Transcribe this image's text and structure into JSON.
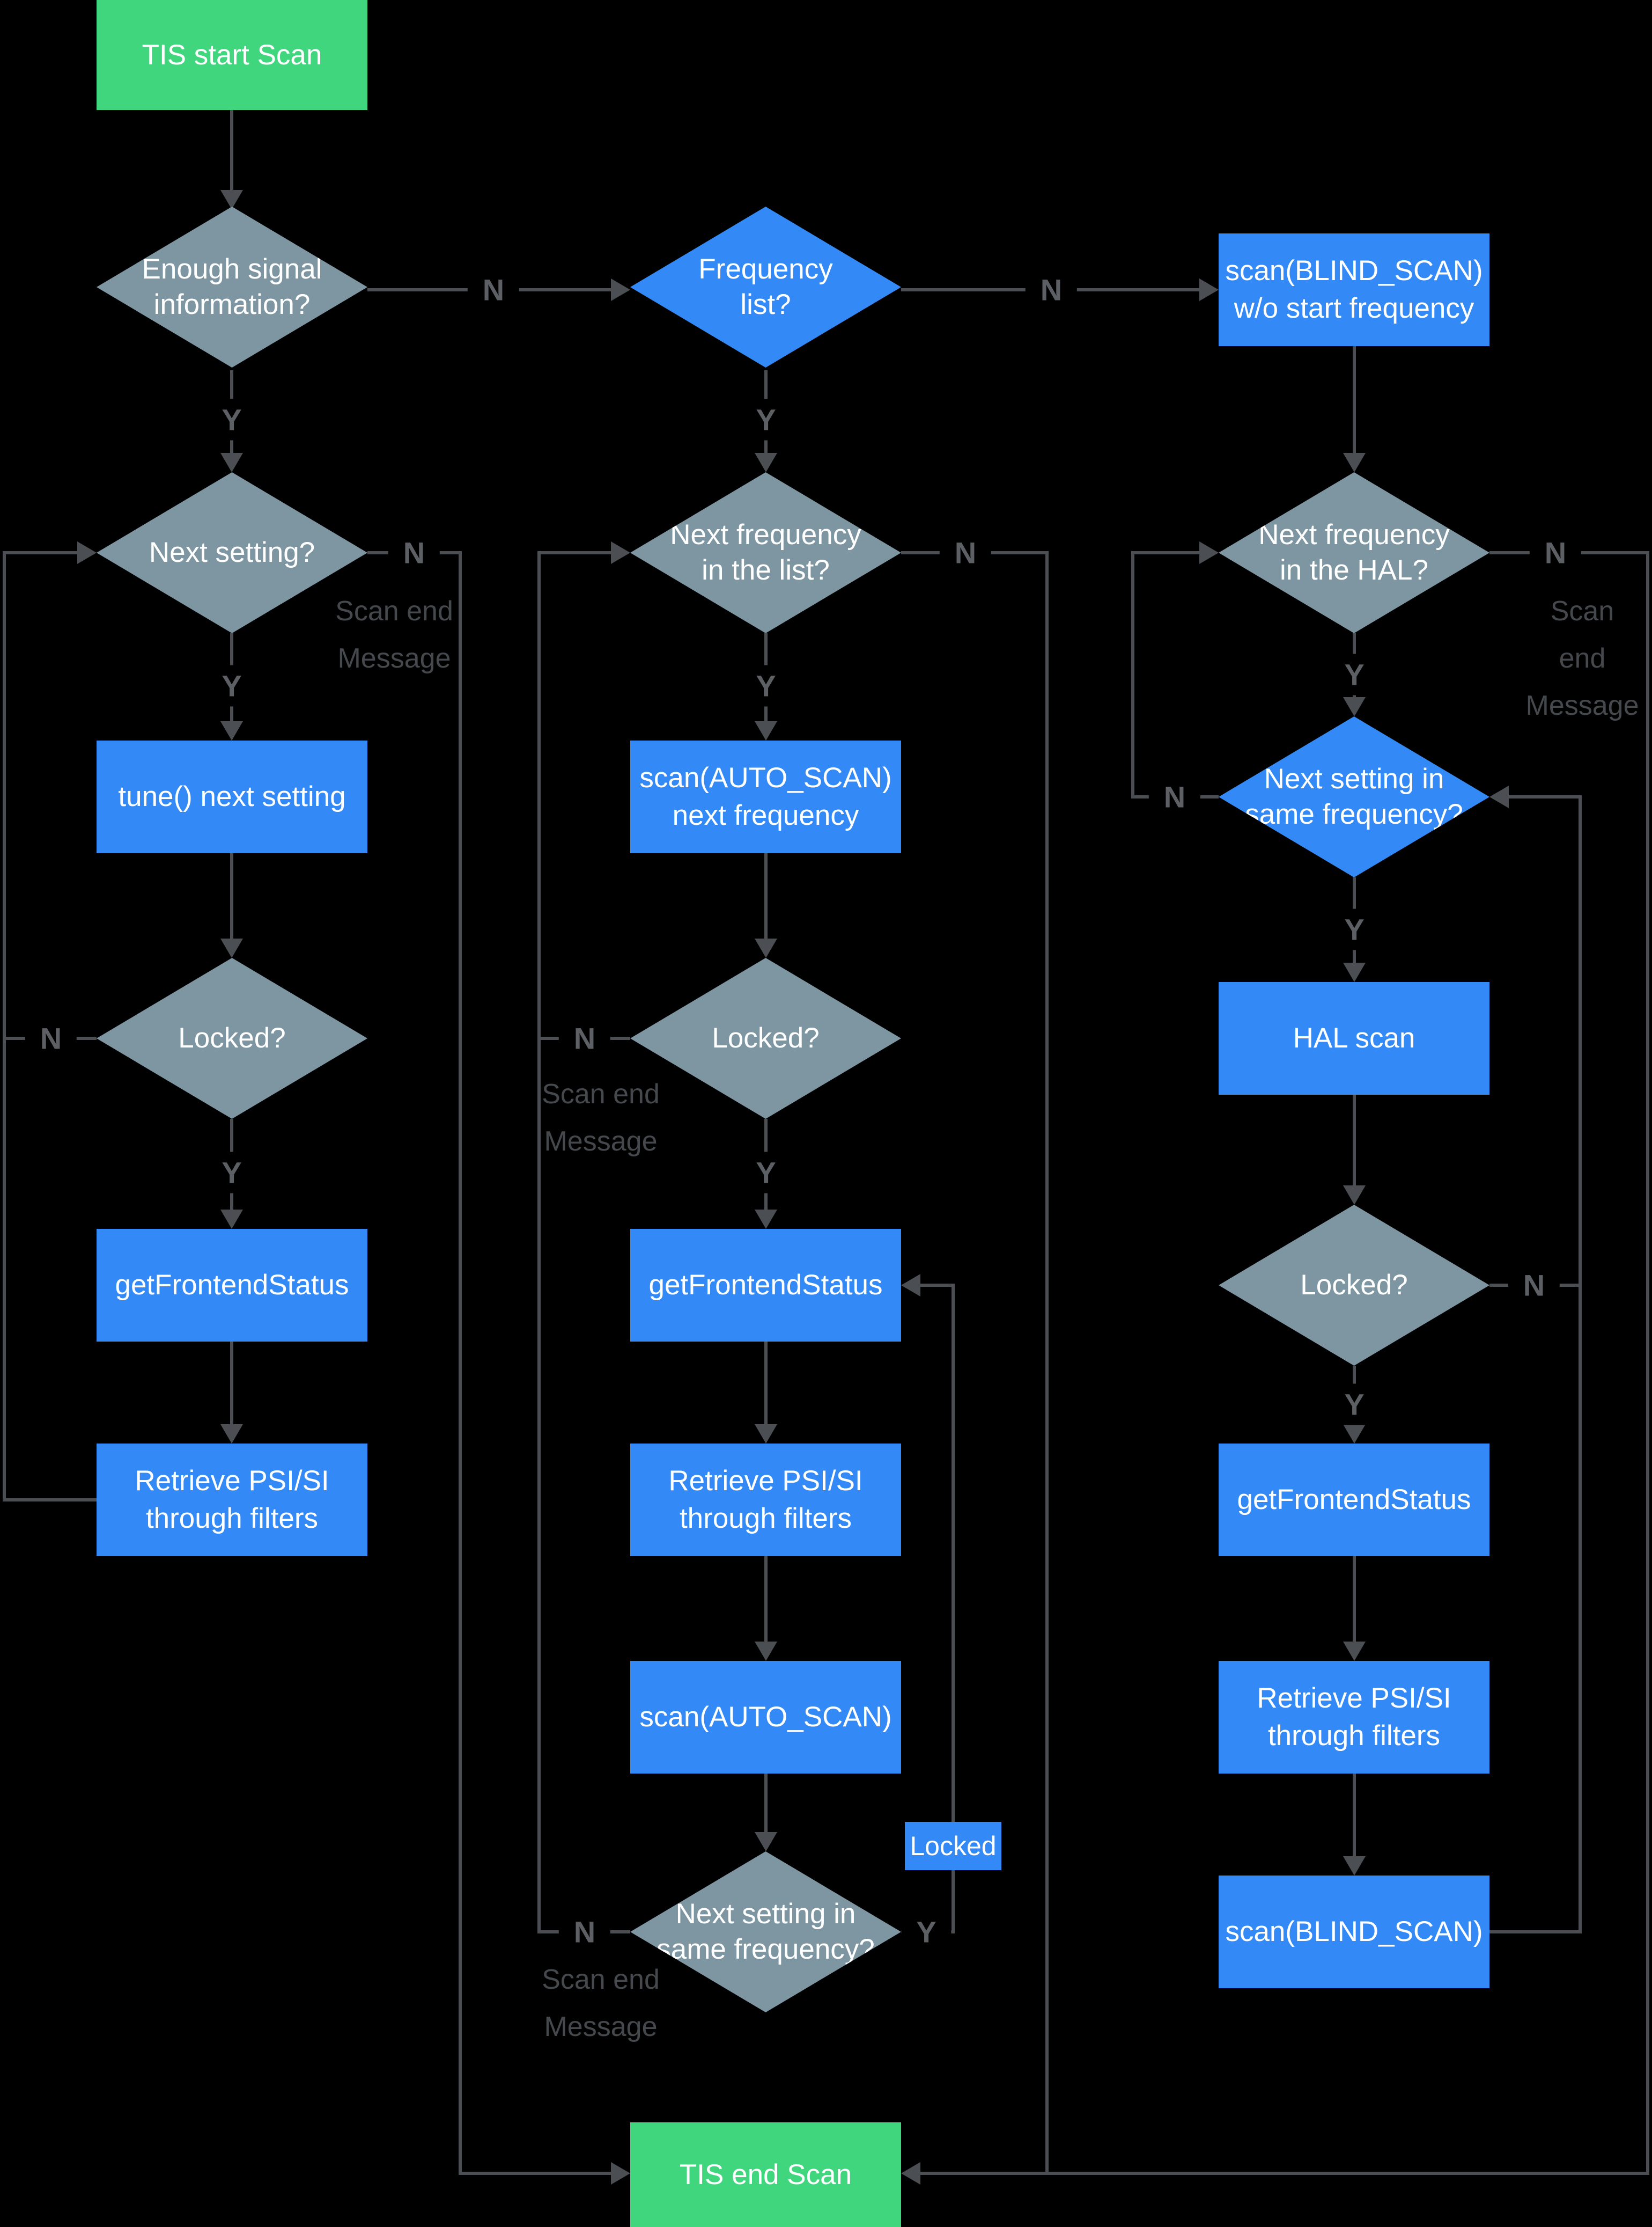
{
  "page": {
    "background": "#000000"
  },
  "palette": {
    "terminal_green": "#40d67e",
    "process_blue": "#3389f5",
    "decision_gray": "#7d96a2",
    "connector_line": "#4b4f53",
    "branch_label_gray": "#5c6065",
    "note_gray": "#45484c",
    "node_text": "#ffffff"
  },
  "labels": {
    "yes": "Y",
    "no": "N",
    "scan_end_note": "Scan end\nMessage",
    "locked_event": "Locked"
  },
  "col_left": {
    "start": "TIS start Scan",
    "enough_signal": "Enough signal\ninformation?",
    "next_setting": "Next setting?",
    "tune_next_setting": "tune() next setting",
    "locked": "Locked?",
    "get_frontend_status": "getFrontendStatus",
    "retrieve_psi_si": "Retrieve PSI/SI\nthrough filters"
  },
  "col_middle": {
    "frequency_list": "Frequency\nlist?",
    "next_frequency_in_list": "Next frequency\nin the list?",
    "scan_auto_next_frequency": "scan(AUTO_SCAN)\nnext frequency",
    "locked": "Locked?",
    "get_frontend_status": "getFrontendStatus",
    "retrieve_psi_si": "Retrieve PSI/SI\nthrough filters",
    "scan_auto": "scan(AUTO_SCAN)",
    "next_setting_same_frequency": "Next setting in\nsame frequency?",
    "end": "TIS end Scan"
  },
  "col_right": {
    "scan_blind_wo_start": "scan(BLIND_SCAN)\nw/o start frequency",
    "next_frequency_in_hal": "Next frequency\nin the HAL?",
    "next_setting_same_frequency": "Next setting in\nsame frequency?",
    "hal_scan": "HAL scan",
    "locked": "Locked?",
    "get_frontend_status": "getFrontendStatus",
    "retrieve_psi_si": "Retrieve PSI/SI\nthrough filters",
    "scan_blind": "scan(BLIND_SCAN)"
  }
}
